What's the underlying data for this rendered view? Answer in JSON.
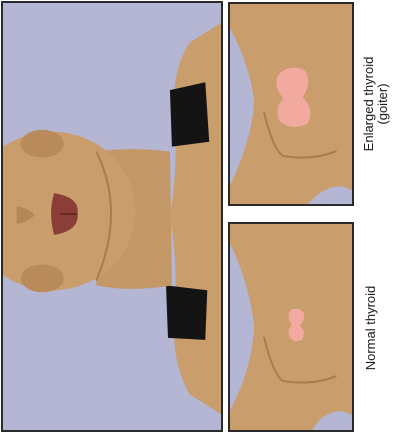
{
  "labels": {
    "goiter_line1": "Enlarged thyroid",
    "goiter_line2": "(goiter)",
    "normal": "Normal thyroid"
  },
  "colors": {
    "background": "#b4b6d4",
    "skin": "#c99d6c",
    "skin_shadow": "#a97b4e",
    "thyroid": "#f1a9a0",
    "clothing": "#141414",
    "lips": "#8b3e38"
  }
}
